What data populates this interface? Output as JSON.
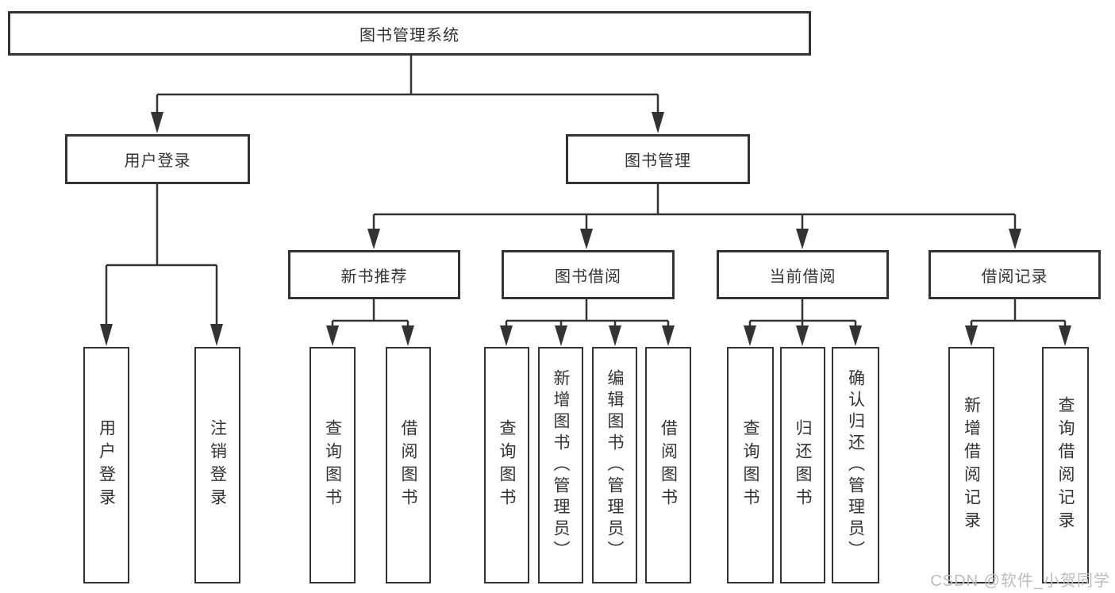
{
  "diagram_title": "图书管理系统",
  "root": {
    "label": "图书管理系统"
  },
  "branches": {
    "user_login": {
      "label": "用户登录",
      "children": [
        {
          "label": "用户登录"
        },
        {
          "label": "注销登录"
        }
      ]
    },
    "book_mgmt": {
      "label": "图书管理"
    }
  },
  "modules": [
    {
      "label": "新书推荐",
      "children": [
        {
          "label": "查询图书"
        },
        {
          "label": "借阅图书"
        }
      ]
    },
    {
      "label": "图书借阅",
      "children": [
        {
          "label": "查询图书"
        },
        {
          "label": "新增图书（管理员）"
        },
        {
          "label": "编辑图书（管理员）"
        },
        {
          "label": "借阅图书"
        }
      ]
    },
    {
      "label": "当前借阅",
      "children": [
        {
          "label": "查询图书"
        },
        {
          "label": "归还图书"
        },
        {
          "label": "确认归还（管理员）"
        }
      ]
    },
    {
      "label": "借阅记录",
      "children": [
        {
          "label": "新增借阅记录"
        },
        {
          "label": "查询借阅记录"
        }
      ]
    }
  ],
  "watermark": "CSDN @软件_小贺同学",
  "colors": {
    "line": "#333333",
    "text": "#333333",
    "box_fill": "#ffffff",
    "watermark": "#bcbcbc",
    "background": "#ffffff"
  }
}
